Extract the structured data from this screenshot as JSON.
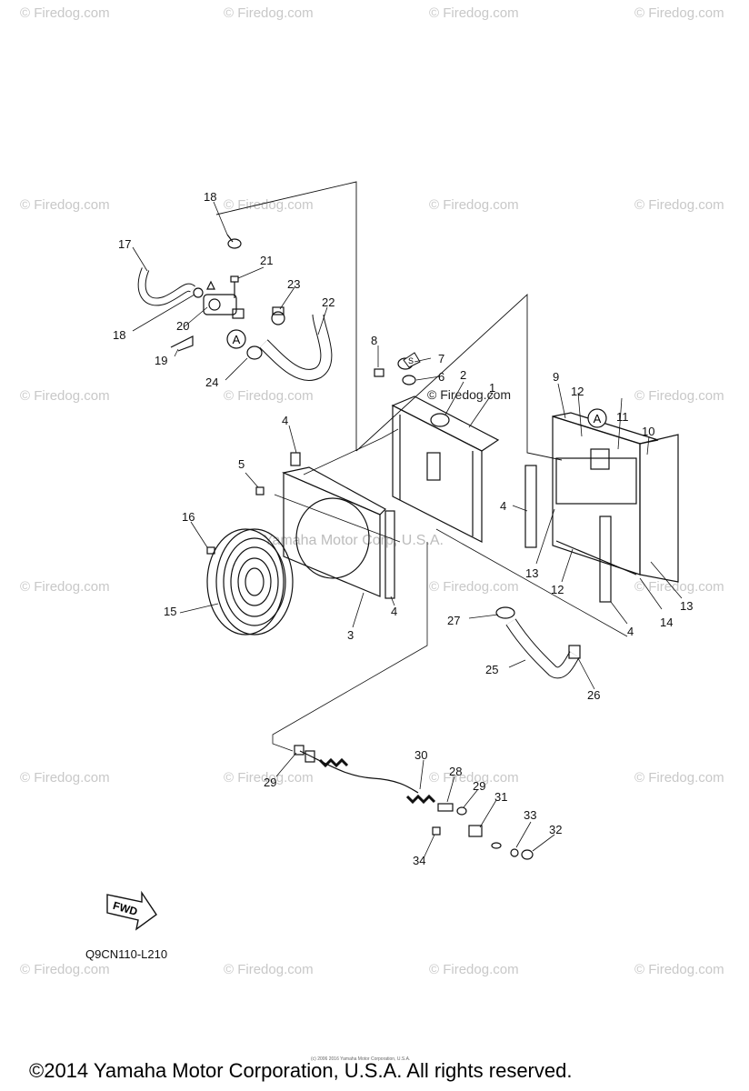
{
  "watermark_text": "© Firedog.com",
  "parts_diagram": {
    "code": "Q9CN110-L210",
    "center_watermark": "Yamaha Motor Corp, U.S.A.",
    "fwd_label": "FWD",
    "reference_marker": "A",
    "seal_marker": "S",
    "callouts": [
      "1",
      "2",
      "3",
      "4",
      "4",
      "4",
      "4",
      "5",
      "6",
      "7",
      "8",
      "9",
      "10",
      "11",
      "12",
      "12",
      "13",
      "13",
      "14",
      "15",
      "16",
      "17",
      "18",
      "18",
      "19",
      "20",
      "21",
      "22",
      "23",
      "24",
      "25",
      "26",
      "27",
      "28",
      "29",
      "29",
      "30",
      "31",
      "32",
      "33",
      "34"
    ]
  },
  "footer": {
    "copyright": "©2014 Yamaha Motor Corporation, U.S.A. All rights reserved.",
    "small_copyright": "(c) 2006 2016 Yamaha Motor Corporation, U.S.A."
  }
}
